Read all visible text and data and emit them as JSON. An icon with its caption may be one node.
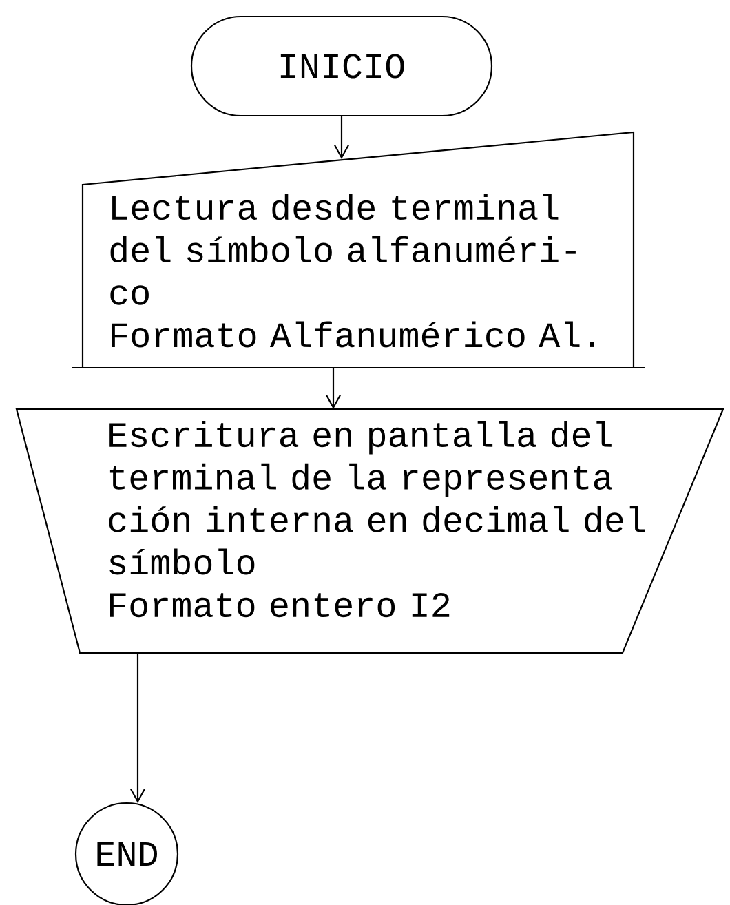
{
  "diagram": {
    "nodes": [
      {
        "text": [
          "INICIO"
        ]
      },
      {
        "text": [
          "Lectura desde terminal del símbolo alfanuméri- co",
          "Formato Alfanumérico Al."
        ]
      },
      {
        "text": [
          "Escritura en pantalla del terminal de la representa ción interna en decimal del símbolo",
          "Formato entero I2"
        ]
      },
      {
        "text": [
          "END"
        ]
      }
    ],
    "edges": [
      {
        "from": 0,
        "to": 1,
        "arrow": "to"
      },
      {
        "from": 1,
        "to": 2,
        "arrow": "to"
      },
      {
        "from": 2,
        "to": 3,
        "arrow": "to"
      }
    ]
  }
}
